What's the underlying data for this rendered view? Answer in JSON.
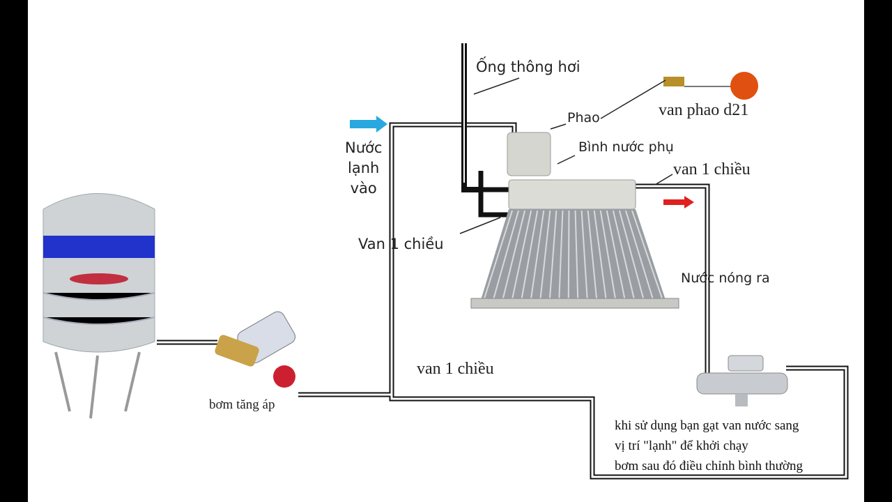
{
  "labels": {
    "vent_pipe": "Ống thông hơi",
    "float": "Phao",
    "float_valve": "van phao d21",
    "aux_tank": "Bình nước phụ",
    "check_valve_hot": "van 1 chiều",
    "cold_in": [
      "Nước",
      "lạnh",
      "vào"
    ],
    "check_valve_heater": "Van 1 chiều",
    "hot_out": "Nước nóng ra",
    "check_valve_pump": "van 1 chiều",
    "pump": "bơm tăng áp"
  },
  "note": [
    "khi sử dụng bạn gạt van nước sang",
    "vị trí \"lạnh\" để khởi chạy",
    "bơm sau đó điều chỉnh bình thường"
  ],
  "colors": {
    "cold_arrow": "#29a8e0",
    "hot_arrow": "#e02020",
    "tank_band": "#2233cc",
    "float_ball": "#e05010"
  }
}
